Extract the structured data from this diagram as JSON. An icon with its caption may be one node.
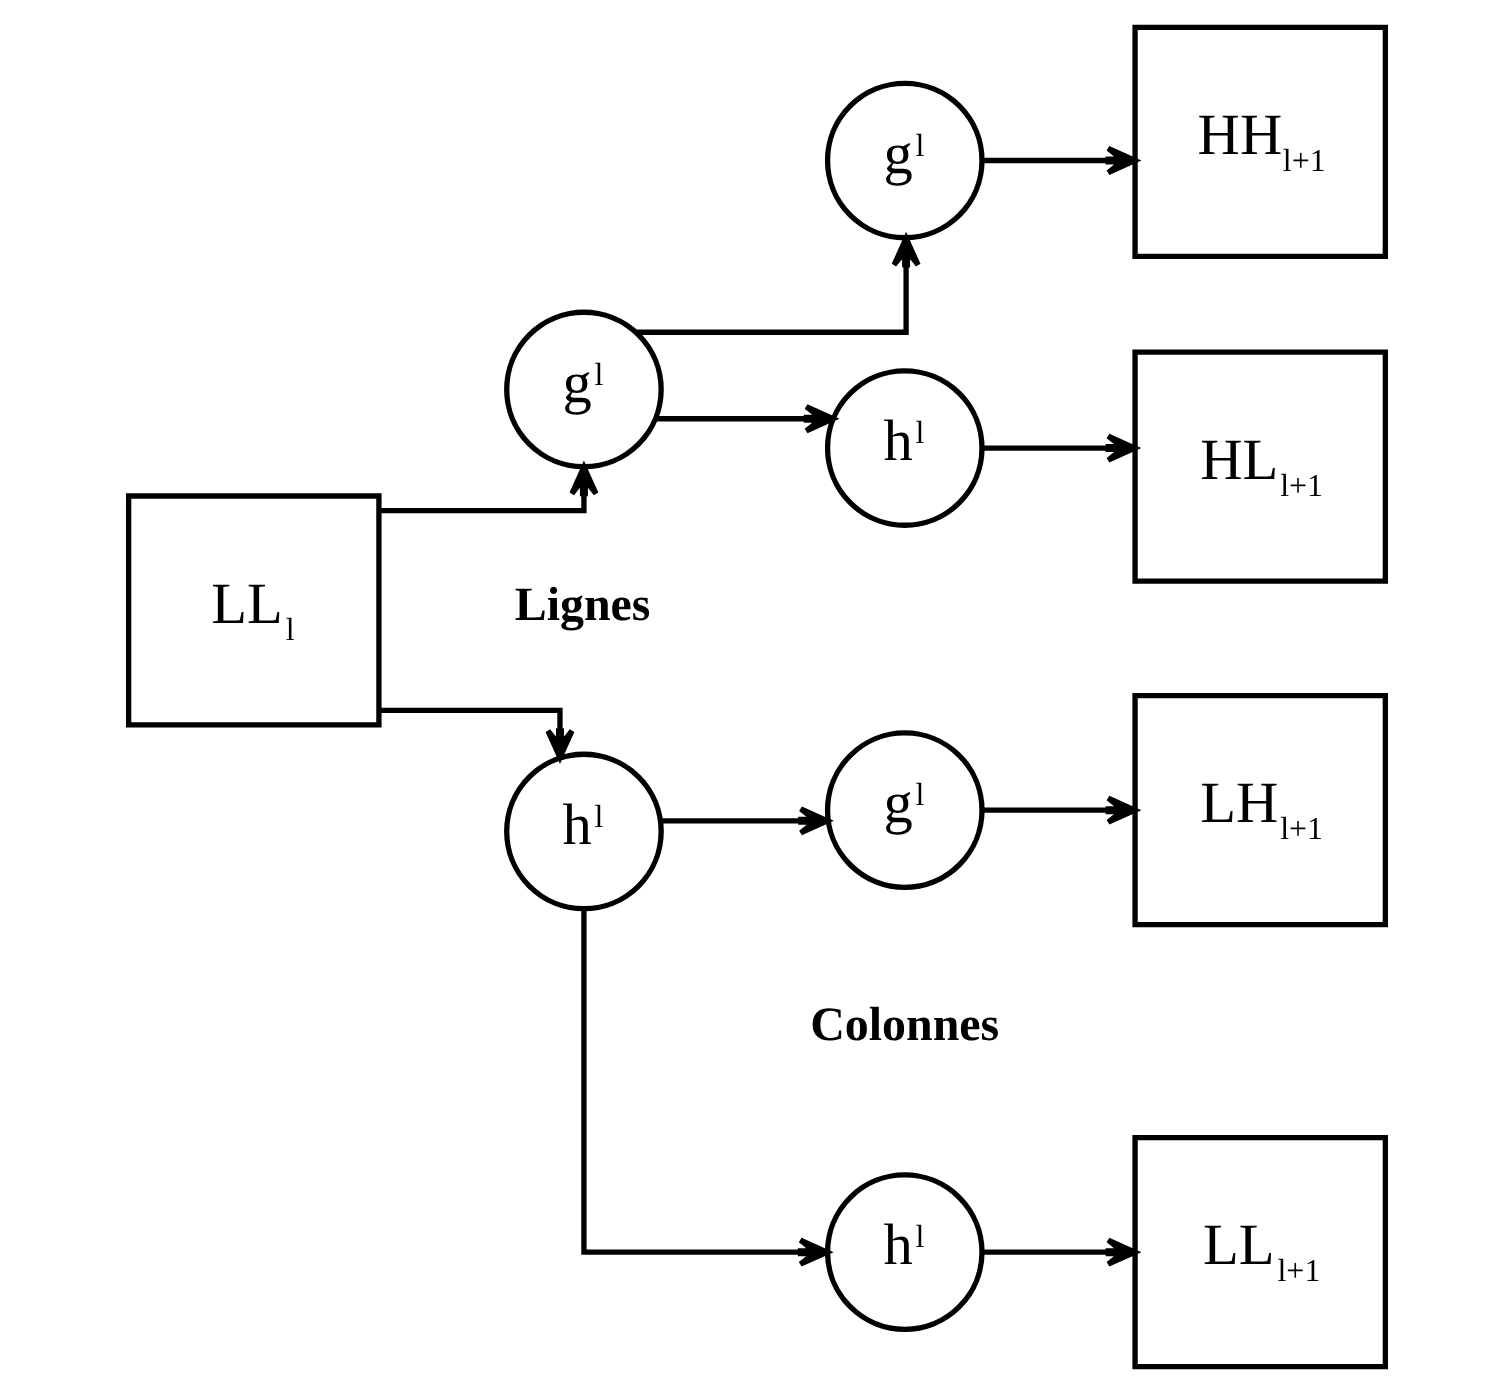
{
  "diagram": {
    "nodes": [
      {
        "text": [
          "LL$_{l}$"
        ]
      },
      {
        "text": [
          "h$^{l}$"
        ]
      },
      {
        "text": [
          "g$^{l}$"
        ]
      },
      {
        "text": [
          "h$^{l}$"
        ]
      },
      {
        "text": [
          "g$^{l}$"
        ]
      },
      {
        "text": [
          "h$^{l}$"
        ]
      },
      {
        "text": [
          "g$^{l}$"
        ]
      },
      {
        "text": [
          "LL$_{l+1}$"
        ]
      },
      {
        "text": [
          "LH$_{l+1}$"
        ]
      },
      {
        "text": [
          "HL$_{l+1}$"
        ]
      },
      {
        "text": [
          "HH$_{l+1}$"
        ]
      }
    ],
    "edges": [
      {
        "from": 0,
        "to": 1,
        "arrow": "to"
      },
      {
        "from": 0,
        "to": 2,
        "arrow": "to"
      },
      {
        "from": 1,
        "to": 3,
        "arrow": "to"
      },
      {
        "from": 1,
        "to": 4,
        "arrow": "to"
      },
      {
        "from": 2,
        "to": 5,
        "arrow": "to"
      },
      {
        "from": 2,
        "to": 6,
        "arrow": "to"
      },
      {
        "from": 3,
        "to": 7,
        "arrow": "to"
      },
      {
        "from": 4,
        "to": 8,
        "arrow": "to"
      },
      {
        "from": 5,
        "to": 9,
        "arrow": "to"
      },
      {
        "from": 6,
        "to": 10,
        "arrow": "to"
      }
    ],
    "labels": [
      "Lignes",
      "Colonnes"
    ]
  }
}
